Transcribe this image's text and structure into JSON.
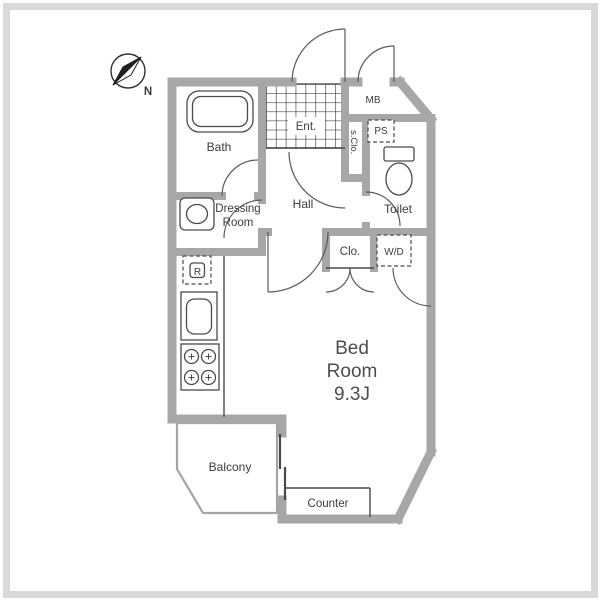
{
  "meta": {
    "type": "apartment-floor-plan"
  },
  "colors": {
    "wall": "#a7a7a7",
    "line": "#4a4a4a",
    "frame_border": "#d9d9d9",
    "background": "#ffffff",
    "text": "#3c3c3c"
  },
  "compass": {
    "north_label": "N"
  },
  "labels": {
    "bath": "Bath",
    "dressing_room_line1": "Dressing",
    "dressing_room_line2": "Room",
    "entrance": "Ent.",
    "meter_box": "MB",
    "pipe_space": "PS",
    "shoe_closet": "s.Clo.",
    "toilet": "Toilet",
    "hall": "Hall",
    "closet": "Clo.",
    "washer_dryer": "W/D",
    "refrigerator": "R",
    "bedroom_line1": "Bed",
    "bedroom_line2": "Room",
    "bedroom_line3": "9.3J",
    "balcony": "Balcony",
    "counter": "Counter"
  }
}
